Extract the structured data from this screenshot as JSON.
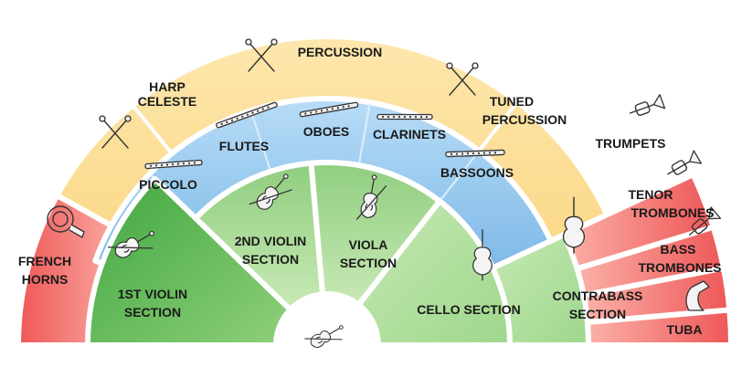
{
  "sections": {
    "percussion": "PERCUSSION",
    "harp_celeste": [
      "HARP",
      "CELESTE"
    ],
    "tuned_percussion": [
      "TUNED",
      "PERCUSSION"
    ],
    "french_horns": [
      "FRENCH",
      "HORNS"
    ],
    "trumpets": "TRUMPETS",
    "tenor_trombones": [
      "TENOR",
      "TROMBONES"
    ],
    "bass_trombones": [
      "BASS",
      "TROMBONES"
    ],
    "tuba": "TUBA",
    "piccolo": "PICCOLO",
    "flutes": "FLUTES",
    "oboes": "OBOES",
    "clarinets": "CLARINETS",
    "bassoons": "BASSOONS",
    "violin1": [
      "1ST VIOLIN",
      "SECTION"
    ],
    "violin2": [
      "2ND VIOLIN",
      "SECTION"
    ],
    "viola": [
      "VIOLA",
      "SECTION"
    ],
    "cello": "CELLO SECTION",
    "contrabass": [
      "CONTRABASS",
      "SECTION"
    ]
  },
  "colors": {
    "percussion_band": "#fde3a0",
    "woodwind_band": "#9cc9ee",
    "brass": "#f4797a",
    "strings_light": "#b8e0a6",
    "strings_dark": "#5bb85a"
  },
  "icons": {
    "conductor": "violin-icon",
    "percussion": "crossed-mallets-icon",
    "woodwinds": "flute-icon",
    "brass_horn": "french-horn-icon",
    "strings": "violin-icon"
  }
}
